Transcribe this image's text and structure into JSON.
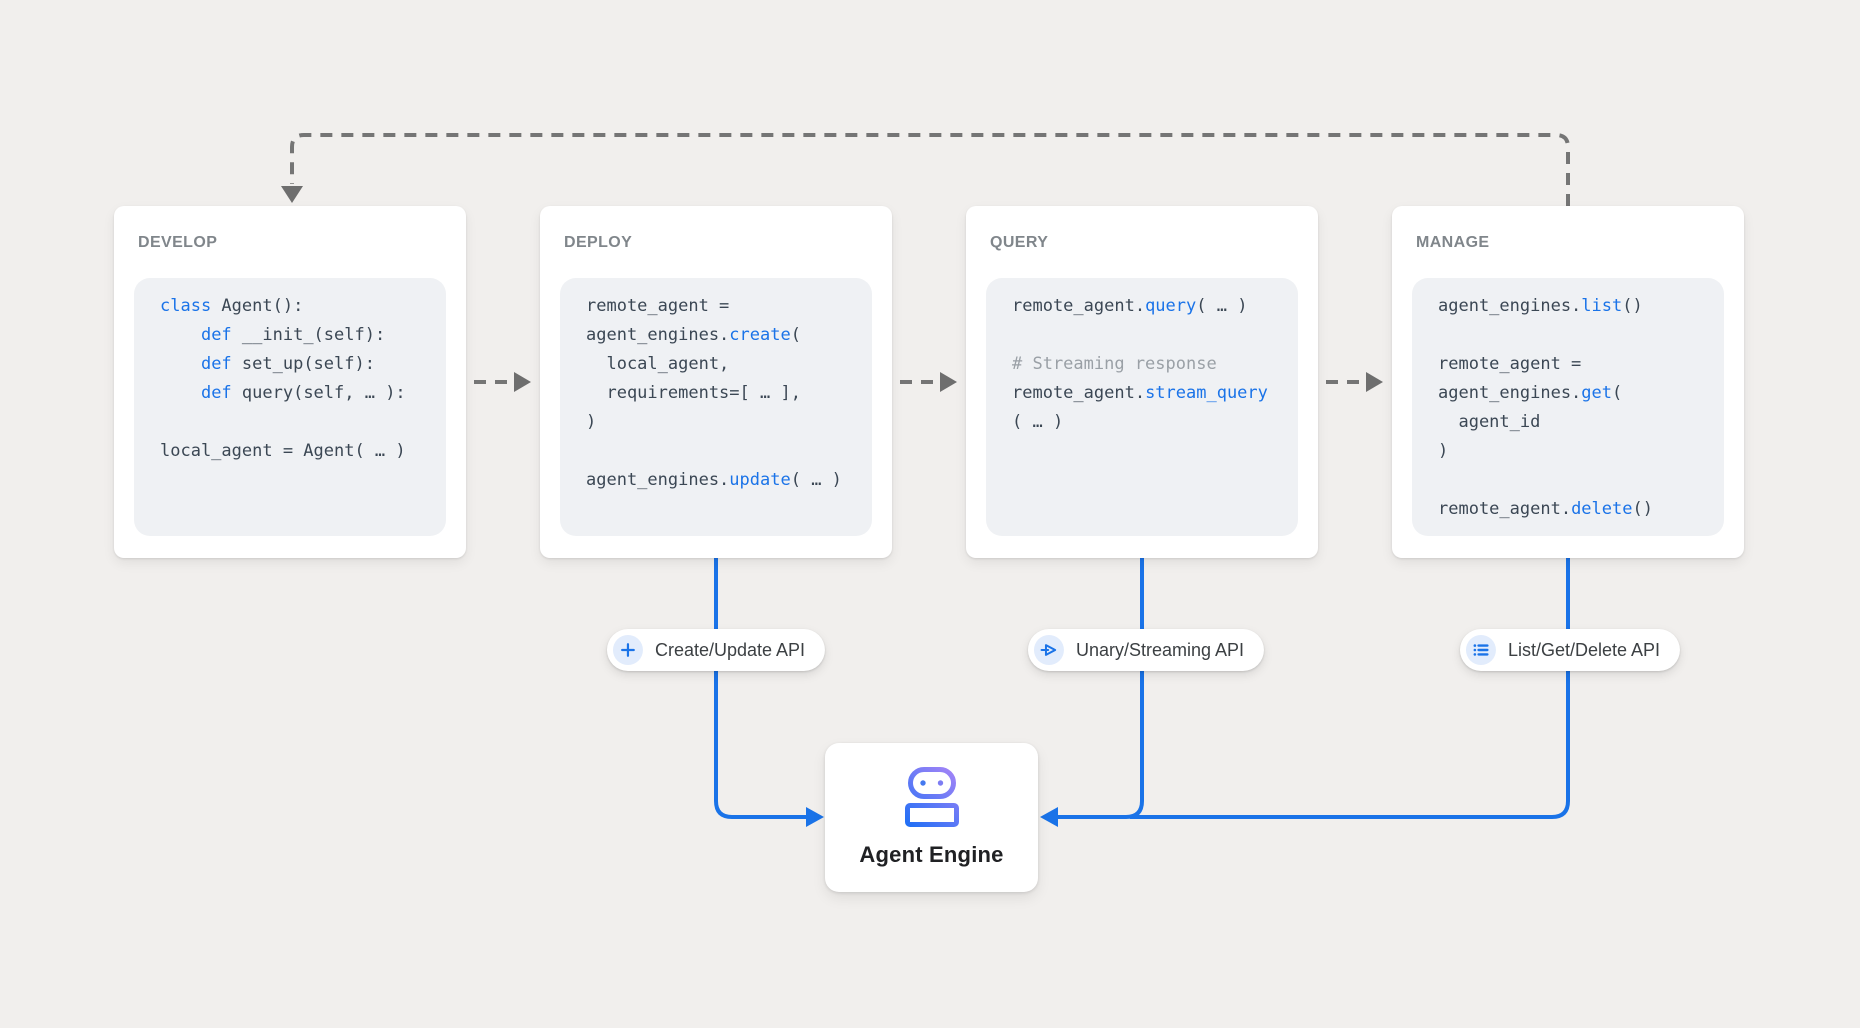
{
  "diagram": {
    "colors": {
      "background": "#f1efed",
      "accent_blue": "#1a73e8",
      "connector_gray": "#757575",
      "keyword_blue": "#1a73e8",
      "comment_gray": "#9aa0a6",
      "code_text": "#3b4754",
      "card_title_gray": "#80868b",
      "bot_gradient_purple": "#ab85f7",
      "bot_gradient_blue": "#1f6ff5"
    },
    "cards": [
      {
        "title": "DEVELOP",
        "lines": [
          {
            "segs": [
              {
                "c": "kw",
                "t": "class"
              },
              {
                "c": "pl",
                "t": " Agent():"
              }
            ]
          },
          {
            "segs": [
              {
                "c": "pl",
                "t": "    "
              },
              {
                "c": "kw",
                "t": "def"
              },
              {
                "c": "pl",
                "t": " __init_(self):"
              }
            ]
          },
          {
            "segs": [
              {
                "c": "pl",
                "t": "    "
              },
              {
                "c": "kw",
                "t": "def"
              },
              {
                "c": "pl",
                "t": " set_up(self):"
              }
            ]
          },
          {
            "segs": [
              {
                "c": "pl",
                "t": "    "
              },
              {
                "c": "kw",
                "t": "def"
              },
              {
                "c": "pl",
                "t": " query(self, … ):"
              }
            ]
          },
          {
            "segs": []
          },
          {
            "segs": [
              {
                "c": "pl",
                "t": "local_agent = Agent( … )"
              }
            ]
          }
        ]
      },
      {
        "title": "DEPLOY",
        "lines": [
          {
            "segs": [
              {
                "c": "pl",
                "t": "remote_agent ="
              }
            ]
          },
          {
            "segs": [
              {
                "c": "pl",
                "t": "agent_engines."
              },
              {
                "c": "fn",
                "t": "create"
              },
              {
                "c": "pl",
                "t": "("
              }
            ]
          },
          {
            "segs": [
              {
                "c": "pl",
                "t": "  local_agent,"
              }
            ]
          },
          {
            "segs": [
              {
                "c": "pl",
                "t": "  requirements=[ … ],"
              }
            ]
          },
          {
            "segs": [
              {
                "c": "pl",
                "t": ")"
              }
            ]
          },
          {
            "segs": []
          },
          {
            "segs": [
              {
                "c": "pl",
                "t": "agent_engines."
              },
              {
                "c": "fn",
                "t": "update"
              },
              {
                "c": "pl",
                "t": "( … )"
              }
            ]
          }
        ]
      },
      {
        "title": "QUERY",
        "lines": [
          {
            "segs": [
              {
                "c": "pl",
                "t": "remote_agent."
              },
              {
                "c": "fn",
                "t": "query"
              },
              {
                "c": "pl",
                "t": "( … )"
              }
            ]
          },
          {
            "segs": []
          },
          {
            "segs": [
              {
                "c": "cm",
                "t": "# Streaming response"
              }
            ]
          },
          {
            "segs": [
              {
                "c": "pl",
                "t": "remote_agent."
              },
              {
                "c": "fn",
                "t": "stream_query"
              }
            ]
          },
          {
            "segs": [
              {
                "c": "pl",
                "t": "( … )"
              }
            ]
          }
        ]
      },
      {
        "title": "MANAGE",
        "lines": [
          {
            "segs": [
              {
                "c": "pl",
                "t": "agent_engines."
              },
              {
                "c": "fn",
                "t": "list"
              },
              {
                "c": "pl",
                "t": "()"
              }
            ]
          },
          {
            "segs": []
          },
          {
            "segs": [
              {
                "c": "pl",
                "t": "remote_agent ="
              }
            ]
          },
          {
            "segs": [
              {
                "c": "pl",
                "t": "agent_engines."
              },
              {
                "c": "fn",
                "t": "get"
              },
              {
                "c": "pl",
                "t": "("
              }
            ]
          },
          {
            "segs": [
              {
                "c": "pl",
                "t": "  agent_id"
              }
            ]
          },
          {
            "segs": [
              {
                "c": "pl",
                "t": ")"
              }
            ]
          },
          {
            "segs": []
          },
          {
            "segs": [
              {
                "c": "pl",
                "t": "remote_agent."
              },
              {
                "c": "fn",
                "t": "delete"
              },
              {
                "c": "pl",
                "t": "()"
              }
            ]
          }
        ]
      }
    ],
    "api_pills": [
      {
        "icon": "plus-icon",
        "label": "Create/Update API"
      },
      {
        "icon": "send-icon",
        "label": "Unary/Streaming API"
      },
      {
        "icon": "list-icon",
        "label": "List/Get/Delete API"
      }
    ],
    "engine": {
      "icon": "robot-icon",
      "label": "Agent Engine"
    }
  }
}
